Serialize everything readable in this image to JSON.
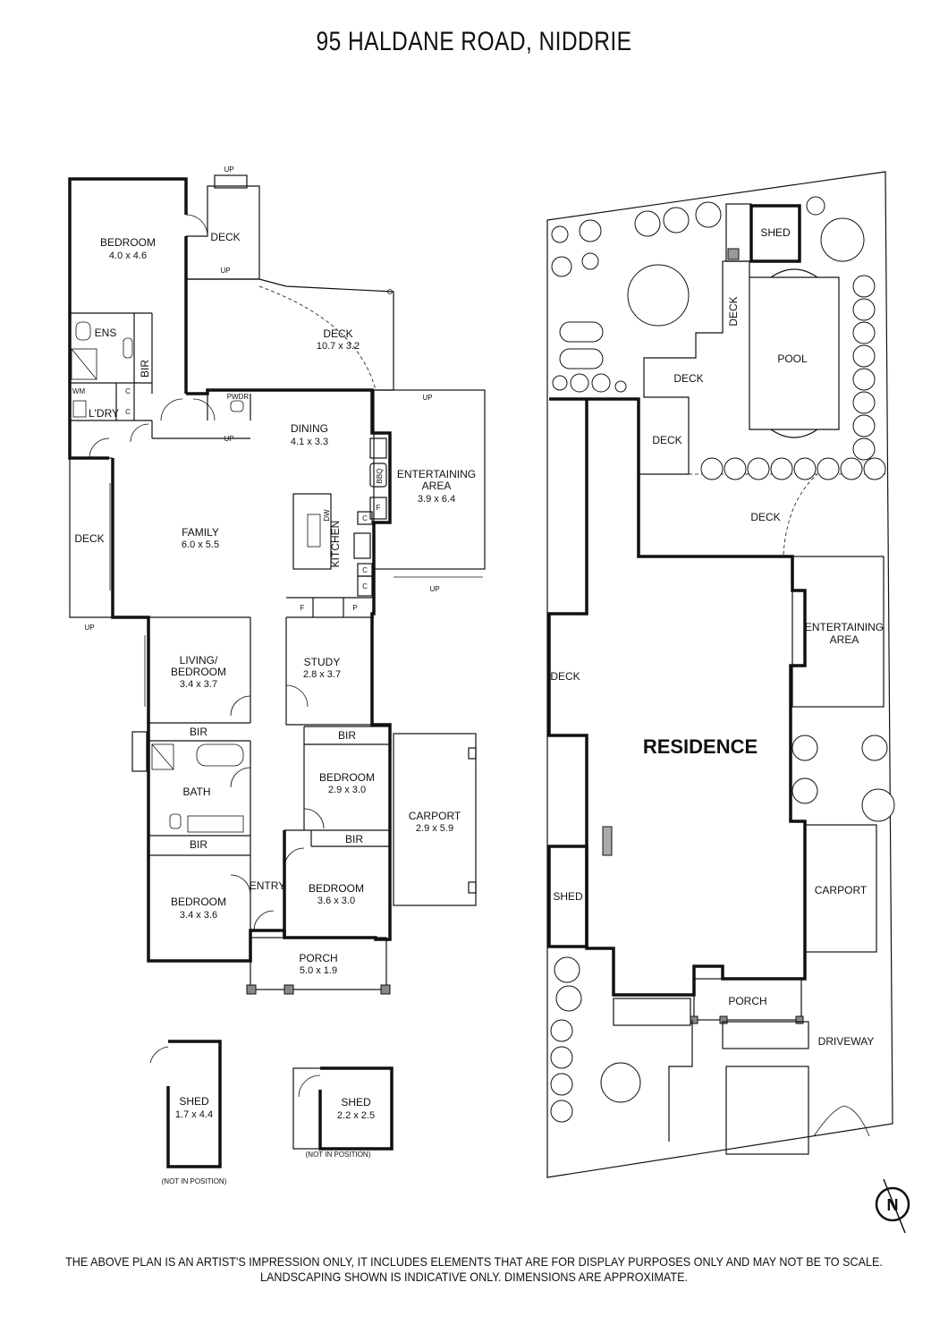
{
  "title": "95 HALDANE ROAD, NIDDRIE",
  "floor_plan": {
    "rooms": [
      {
        "id": "bedroom1",
        "label": "BEDROOM",
        "dims": "4.0 x 4.6"
      },
      {
        "id": "deck-top",
        "label": "DECK"
      },
      {
        "id": "deck-main",
        "label": "DECK",
        "dims": "10.7 x 3.2"
      },
      {
        "id": "ens",
        "label": "ENS"
      },
      {
        "id": "bir1",
        "label": "BIR"
      },
      {
        "id": "wm",
        "label": "WM"
      },
      {
        "id": "ldry",
        "label": "L'DRY"
      },
      {
        "id": "pwdr",
        "label": "PWDR"
      },
      {
        "id": "dining",
        "label": "DINING",
        "dims": "4.1 x 3.3"
      },
      {
        "id": "entertaining",
        "label": "ENTERTAINING",
        "label2": "AREA",
        "dims": "3.9 x 6.4"
      },
      {
        "id": "bbq",
        "label": "BBQ"
      },
      {
        "id": "dw",
        "label": "DW"
      },
      {
        "id": "kitchen",
        "label": "KITCHEN"
      },
      {
        "id": "family",
        "label": "FAMILY",
        "dims": "6.0 x 5.5"
      },
      {
        "id": "deck-left",
        "label": "DECK"
      },
      {
        "id": "living",
        "label": "LIVING/",
        "label2": "BEDROOM",
        "dims": "3.4 x 3.7"
      },
      {
        "id": "study",
        "label": "STUDY",
        "dims": "2.8 x 3.7"
      },
      {
        "id": "bir2",
        "label": "BIR"
      },
      {
        "id": "bath",
        "label": "BATH"
      },
      {
        "id": "bir3",
        "label": "BIR"
      },
      {
        "id": "bedroom2",
        "label": "BEDROOM",
        "dims": "2.9 x 3.0"
      },
      {
        "id": "carport",
        "label": "CARPORT",
        "dims": "2.9 x 5.9"
      },
      {
        "id": "bir4",
        "label": "BIR"
      },
      {
        "id": "bir5",
        "label": "BIR"
      },
      {
        "id": "bedroom3",
        "label": "BEDROOM",
        "dims": "3.4 x 3.6"
      },
      {
        "id": "entry",
        "label": "ENTRY"
      },
      {
        "id": "bedroom4",
        "label": "BEDROOM",
        "dims": "3.6 x 3.0"
      },
      {
        "id": "porch",
        "label": "PORCH",
        "dims": "5.0 x 1.9"
      },
      {
        "id": "shed1",
        "label": "SHED",
        "dims": "1.7 x 4.4"
      },
      {
        "id": "shed2",
        "label": "SHED",
        "dims": "2.2 x 2.5"
      }
    ],
    "markers": {
      "up": "UP",
      "cupboard": "C",
      "fridge": "F",
      "pantry": "P",
      "not_in_position": "(NOT IN POSITION)"
    }
  },
  "site_plan": {
    "shed_top": "SHED",
    "pool": "POOL",
    "deck_vertical": "DECK",
    "deck_a": "DECK",
    "deck_b": "DECK",
    "deck_c": "DECK",
    "deck_left": "DECK",
    "entertaining": "ENTERTAINING",
    "entertaining2": "AREA",
    "residence": "RESIDENCE",
    "shed_left": "SHED",
    "carport": "CARPORT",
    "porch": "PORCH",
    "driveway": "DRIVEWAY"
  },
  "compass": {
    "label": "N"
  },
  "disclaimer": {
    "line1": "THE ABOVE PLAN IS AN ARTIST'S IMPRESSION ONLY, IT INCLUDES ELEMENTS THAT ARE FOR DISPLAY PURPOSES ONLY AND MAY NOT BE TO SCALE.",
    "line2": "LANDSCAPING SHOWN IS INDICATIVE ONLY. DIMENSIONS ARE APPROXIMATE."
  }
}
